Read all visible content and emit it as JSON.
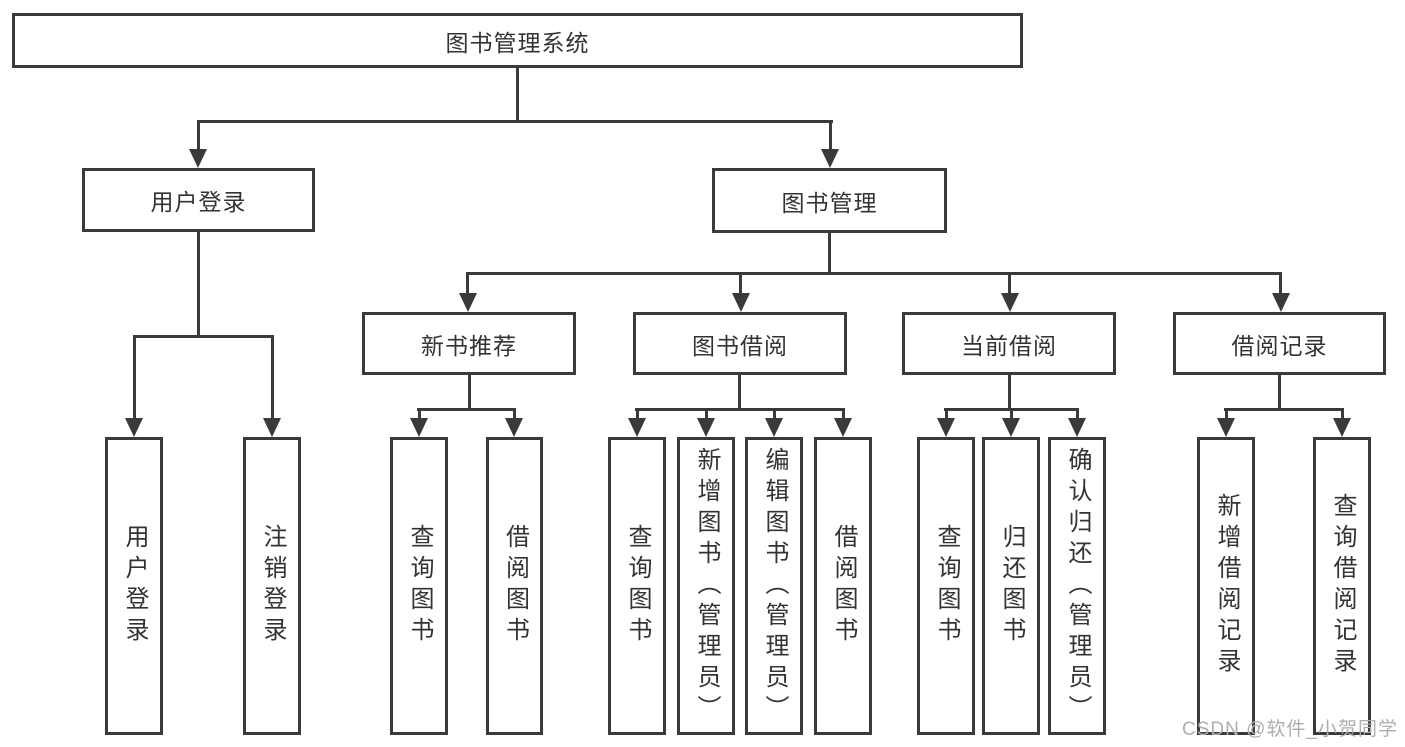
{
  "diagram": {
    "root": "图书管理系统",
    "level2": {
      "user_login": "用户登录",
      "book_mgmt": "图书管理"
    },
    "level3": {
      "new_book": "新书推荐",
      "borrow": "图书借阅",
      "current": "当前借阅",
      "records": "借阅记录"
    },
    "leaves": {
      "user_login": [
        "用户登录",
        "注销登录"
      ],
      "new_book": [
        "查询图书",
        "借阅图书"
      ],
      "borrow": [
        "查询图书",
        "新增图书（管理员）",
        "编辑图书（管理员）",
        "借阅图书"
      ],
      "current": [
        "查询图书",
        "归还图书",
        "确认归还（管理员）"
      ],
      "records": [
        "新增借阅记录",
        "查询借阅记录"
      ]
    }
  },
  "watermark": "CSDN @软件_小贺同学",
  "colors": {
    "line": "#3a3a3a",
    "box_border": "#3a3a3a",
    "text": "#333333",
    "watermark": "#aeaeae",
    "background": "#ffffff"
  }
}
